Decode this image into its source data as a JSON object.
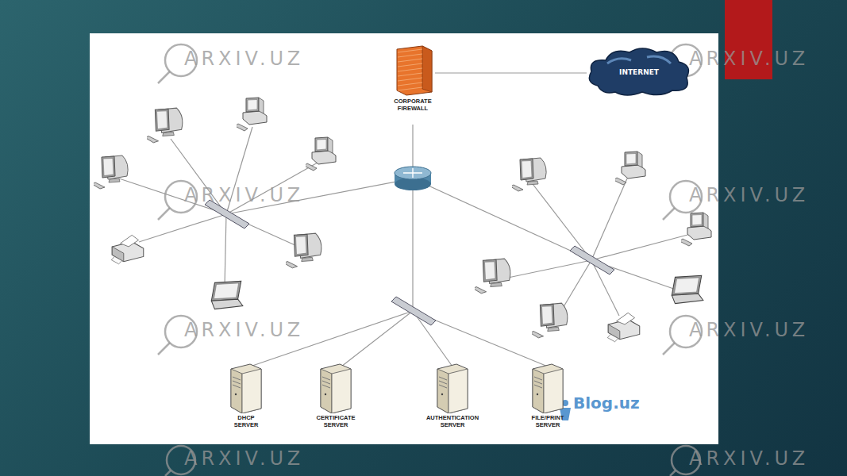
{
  "diagram": {
    "nodes": [
      {
        "text": [
          "CORPORATE FIREWALL"
        ]
      },
      {
        "text": [
          "INTERNET"
        ]
      },
      {
        "text": [
          "DHCP SERVER"
        ]
      },
      {
        "text": [
          "CERTIFICATE SERVER"
        ]
      },
      {
        "text": [
          "AUTHENTICATION SERVER"
        ]
      },
      {
        "text": [
          "FILE/PRINT SERVER"
        ]
      }
    ],
    "edges": [
      {
        "from": 0,
        "to": 1,
        "arrow": "none"
      }
    ],
    "labels": [
      "ARXIV.UZ",
      "ARXIV.UZ",
      "ARXIV.UZ",
      "ARXIV.UZ",
      "ARXIV.UZ",
      "ARXIV.UZ",
      "ARXIV.UZ",
      "ARXIV.UZ",
      "Blog.uz"
    ]
  }
}
